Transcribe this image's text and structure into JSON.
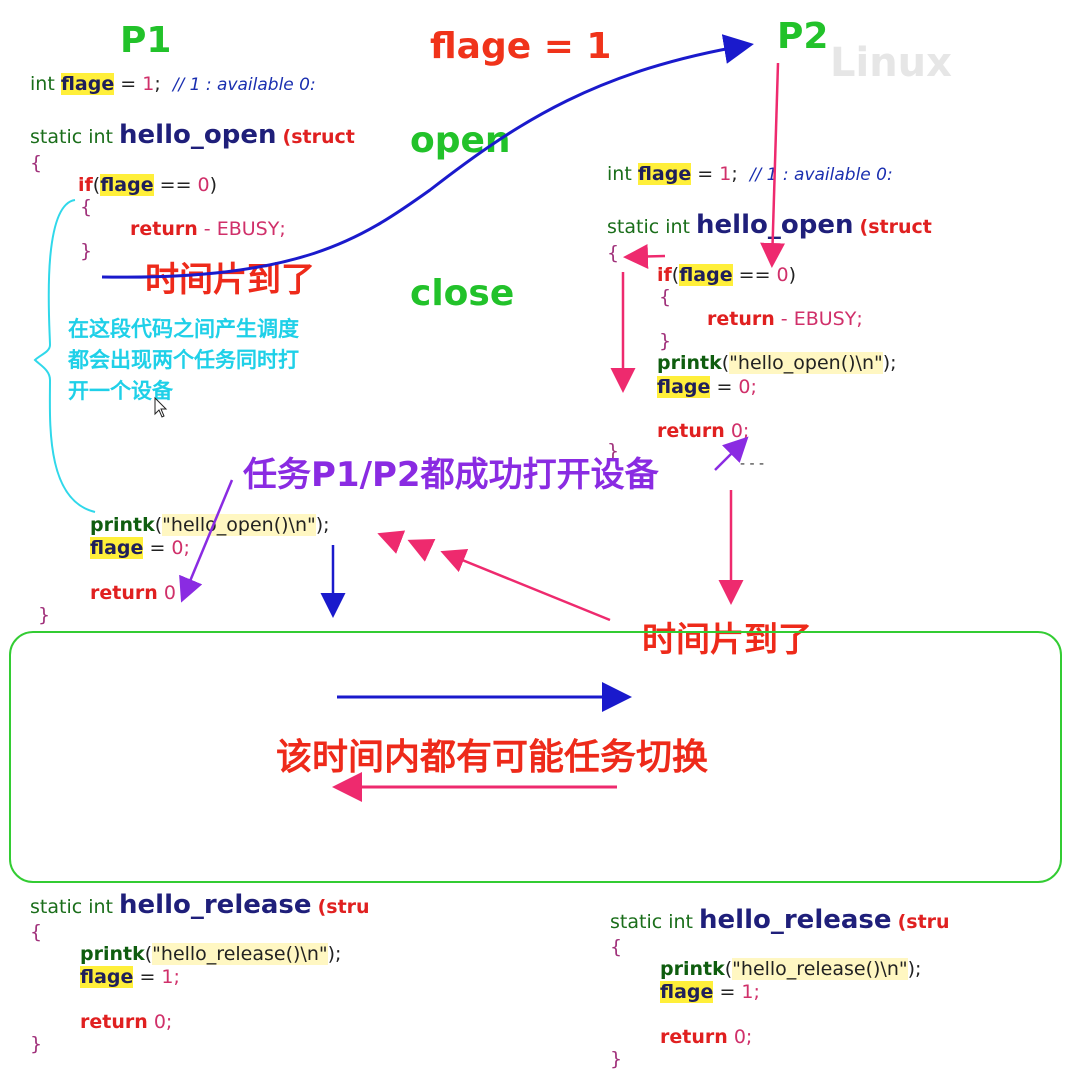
{
  "labels": {
    "p1": "P1",
    "p2": "P2",
    "flage_eq": "flage = 1",
    "open": "open",
    "close": "close",
    "timeslice_1": "时间片到了",
    "timeslice_2": "时间片到了",
    "cyan_note": "在这段代码之间产生调度都会出现两个任务同时打开一个设备",
    "purple_note": "任务P1/P2都成功打开设备",
    "box_note": "该时间内都有可能任务切换",
    "watermark": "Linux"
  },
  "code": {
    "kw_int": "int",
    "var": "flage",
    "assign_one": " = ",
    "one": "1",
    "semi": ";",
    "comment": "// 1 : available  0:",
    "static_int": "static int",
    "hello_open": "hello_open",
    "hello_release": "hello_release",
    "struct": "(struct",
    "stru": "(stru",
    "open_brace": "{",
    "close_brace": "}",
    "if_kw": "if",
    "lparen": "(",
    "eqeq_zero_close": " == ",
    "zero": "0",
    "rparen": ")",
    "return_kw": "return",
    "ebusy": " - EBUSY;",
    "printk": "printk",
    "open_str": "\"hello_open()\\n\"",
    "release_str": "\"hello_release()\\n\"",
    "close_paren_semi": ");",
    "assign": " = ",
    "zero_semi": "0;",
    "one_semi": "1;",
    "return_zero_num": "0",
    "dashes": "- -          -"
  }
}
